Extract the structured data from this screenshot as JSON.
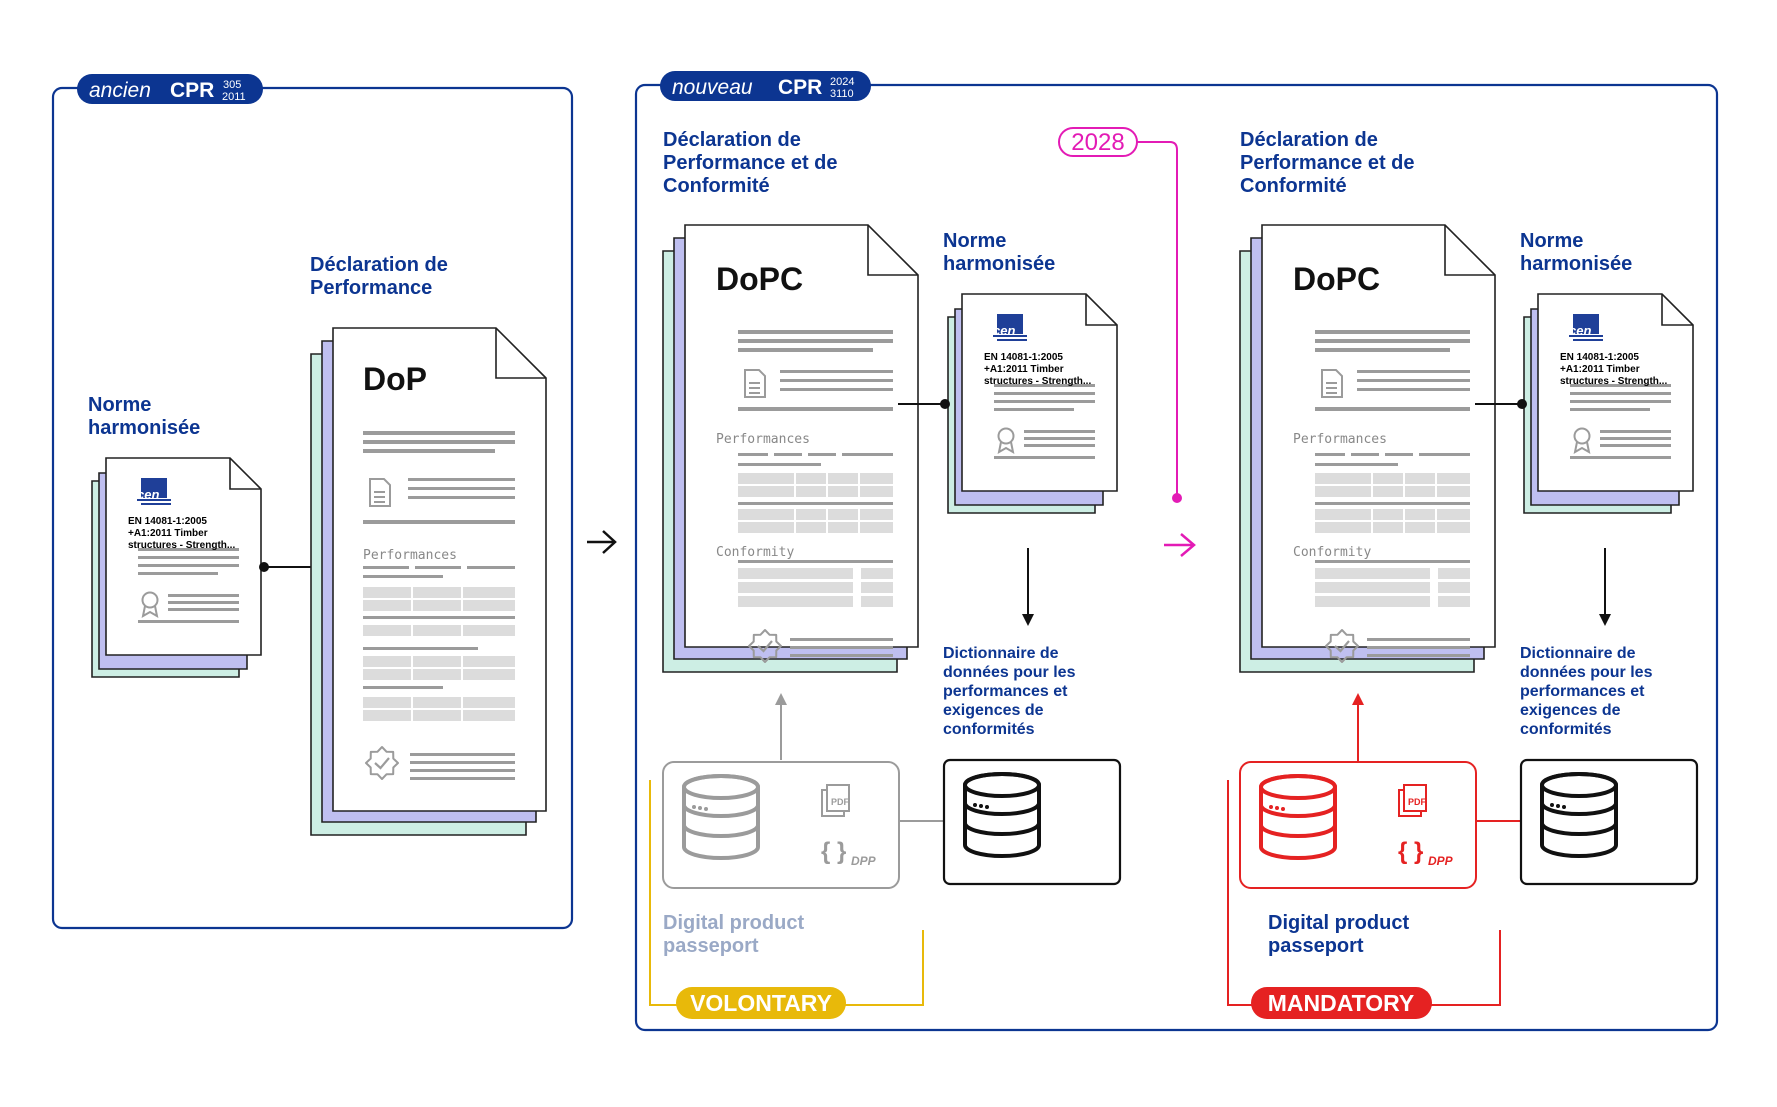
{
  "colors": {
    "navy": "#0c3591",
    "teal_layer": "#cdeee4",
    "lavender_layer": "#bfbff0",
    "magenta": "#e31bb5",
    "red": "#e52222",
    "yellow": "#e8b90a",
    "grey_text": "#9aa9c6",
    "line_grey": "#9b9b9b",
    "bar_grey": "#dcdcdc"
  },
  "old_cpr": {
    "tag_word": "ancien",
    "tag_cpr": "CPR",
    "tag_num_top": "305",
    "tag_num_bottom": "2011",
    "dop_title_line1": "Déclaration de",
    "dop_title_line2": "Performance",
    "norm_title_line1": "Norme",
    "norm_title_line2": "harmonisée",
    "dop_heading": "DoP",
    "section_performances": "Performances"
  },
  "norm_doc": {
    "logo": "cen",
    "line1": "EN 14081-1:2005",
    "line2": "+A1:2011 Timber",
    "line3": "structures - Strength..."
  },
  "new_cpr": {
    "tag_word": "nouveau",
    "tag_cpr": "CPR",
    "tag_num_top": "2024",
    "tag_num_bottom": "3110",
    "year": "2028",
    "dopc_title_line1": "Déclaration de",
    "dopc_title_line2": "Performance et de",
    "dopc_title_line3": "Conformité",
    "dopc_heading": "DoPC",
    "section_performances": "Performances",
    "section_conformity": "Conformity",
    "norm_title_line1": "Norme",
    "norm_title_line2": "harmonisée",
    "dict_line1": "Dictionnaire de",
    "dict_line2": "données pour les",
    "dict_line3": "performances et",
    "dict_line4": "exigences de",
    "dict_line5": "conformités",
    "dpp_line1": "Digital product",
    "dpp_line2": "passeport",
    "pdf_label": "PDF",
    "dpp_braces": "{ }",
    "dpp_sub": "DPP",
    "voluntary_label": "VOLONTARY",
    "mandatory_label": "MANDATORY"
  }
}
